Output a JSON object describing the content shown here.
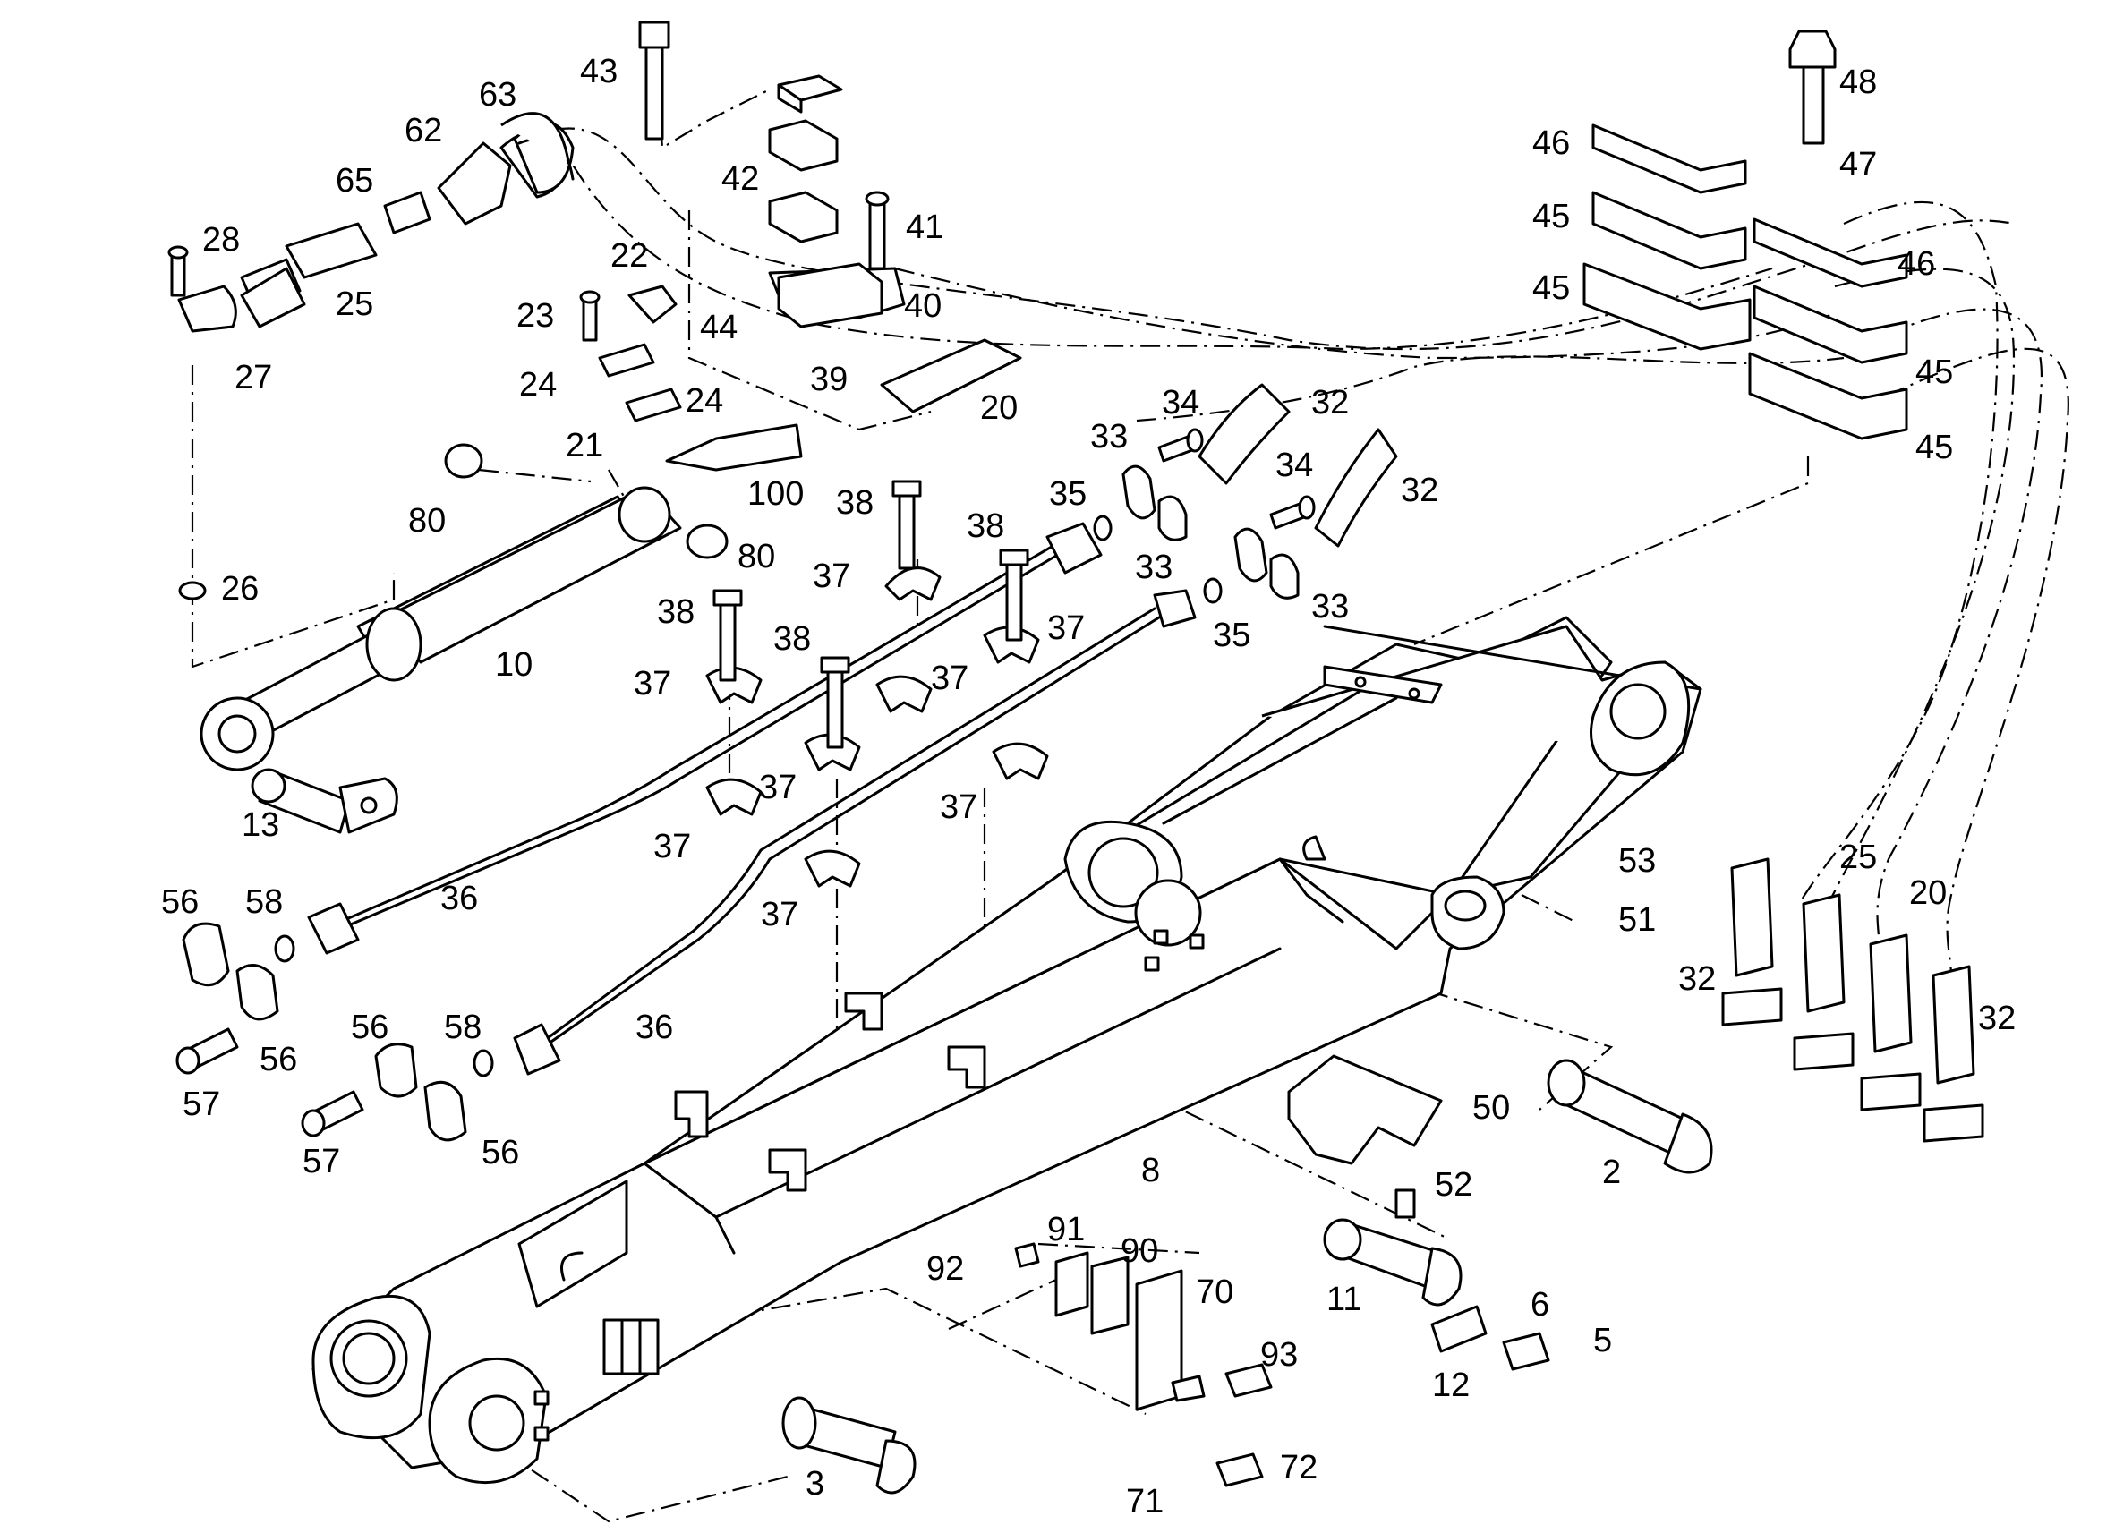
{
  "diagram": {
    "callouts": [
      {
        "id": "c43",
        "text": "43"
      },
      {
        "id": "c63",
        "text": "63"
      },
      {
        "id": "c62",
        "text": "62"
      },
      {
        "id": "c65",
        "text": "65"
      },
      {
        "id": "c28",
        "text": "28"
      },
      {
        "id": "c25a",
        "text": "25"
      },
      {
        "id": "c27",
        "text": "27"
      },
      {
        "id": "c42",
        "text": "42"
      },
      {
        "id": "c41",
        "text": "41"
      },
      {
        "id": "c22",
        "text": "22"
      },
      {
        "id": "c23",
        "text": "23"
      },
      {
        "id": "c44",
        "text": "44"
      },
      {
        "id": "c40",
        "text": "40"
      },
      {
        "id": "c39",
        "text": "39"
      },
      {
        "id": "c24a",
        "text": "24"
      },
      {
        "id": "c24b",
        "text": "24"
      },
      {
        "id": "c20a",
        "text": "20"
      },
      {
        "id": "c21",
        "text": "21"
      },
      {
        "id": "c100",
        "text": "100"
      },
      {
        "id": "c80a",
        "text": "80"
      },
      {
        "id": "c80b",
        "text": "80"
      },
      {
        "id": "c26",
        "text": "26"
      },
      {
        "id": "c10",
        "text": "10"
      },
      {
        "id": "c13",
        "text": "13"
      },
      {
        "id": "c48",
        "text": "48"
      },
      {
        "id": "c47",
        "text": "47"
      },
      {
        "id": "c46a",
        "text": "46"
      },
      {
        "id": "c45a",
        "text": "45"
      },
      {
        "id": "c45b",
        "text": "45"
      },
      {
        "id": "c46b",
        "text": "46"
      },
      {
        "id": "c45c",
        "text": "45"
      },
      {
        "id": "c45d",
        "text": "45"
      },
      {
        "id": "c34a",
        "text": "34"
      },
      {
        "id": "c32a",
        "text": "32"
      },
      {
        "id": "c33a",
        "text": "33"
      },
      {
        "id": "c34b",
        "text": "34"
      },
      {
        "id": "c32b",
        "text": "32"
      },
      {
        "id": "c35a",
        "text": "35"
      },
      {
        "id": "c33b",
        "text": "33"
      },
      {
        "id": "c33c",
        "text": "33"
      },
      {
        "id": "c35b",
        "text": "35"
      },
      {
        "id": "c38a",
        "text": "38"
      },
      {
        "id": "c38b",
        "text": "38"
      },
      {
        "id": "c37a",
        "text": "37"
      },
      {
        "id": "c38c",
        "text": "38"
      },
      {
        "id": "c37b",
        "text": "37"
      },
      {
        "id": "c38d",
        "text": "38"
      },
      {
        "id": "c37c",
        "text": "37"
      },
      {
        "id": "c37d",
        "text": "37"
      },
      {
        "id": "c37e",
        "text": "37"
      },
      {
        "id": "c37f",
        "text": "37"
      },
      {
        "id": "c37g",
        "text": "37"
      },
      {
        "id": "c37h",
        "text": "37"
      },
      {
        "id": "c36a",
        "text": "36"
      },
      {
        "id": "c36b",
        "text": "36"
      },
      {
        "id": "c56a",
        "text": "56"
      },
      {
        "id": "c58a",
        "text": "58"
      },
      {
        "id": "c56b",
        "text": "56"
      },
      {
        "id": "c57a",
        "text": "57"
      },
      {
        "id": "c56c",
        "text": "56"
      },
      {
        "id": "c58b",
        "text": "58"
      },
      {
        "id": "c57b",
        "text": "57"
      },
      {
        "id": "c56d",
        "text": "56"
      },
      {
        "id": "c53",
        "text": "53"
      },
      {
        "id": "c51",
        "text": "51"
      },
      {
        "id": "c32c",
        "text": "32"
      },
      {
        "id": "c25b",
        "text": "25"
      },
      {
        "id": "c20b",
        "text": "20"
      },
      {
        "id": "c32d",
        "text": "32"
      },
      {
        "id": "c50",
        "text": "50"
      },
      {
        "id": "c52",
        "text": "52"
      },
      {
        "id": "c2",
        "text": "2"
      },
      {
        "id": "c8",
        "text": "8"
      },
      {
        "id": "c11",
        "text": "11"
      },
      {
        "id": "c91",
        "text": "91"
      },
      {
        "id": "c90",
        "text": "90"
      },
      {
        "id": "c92",
        "text": "92"
      },
      {
        "id": "c70",
        "text": "70"
      },
      {
        "id": "c6",
        "text": "6"
      },
      {
        "id": "c5",
        "text": "5"
      },
      {
        "id": "c12",
        "text": "12"
      },
      {
        "id": "c93",
        "text": "93"
      },
      {
        "id": "c3",
        "text": "3"
      },
      {
        "id": "c71",
        "text": "71"
      },
      {
        "id": "c72",
        "text": "72"
      }
    ]
  }
}
